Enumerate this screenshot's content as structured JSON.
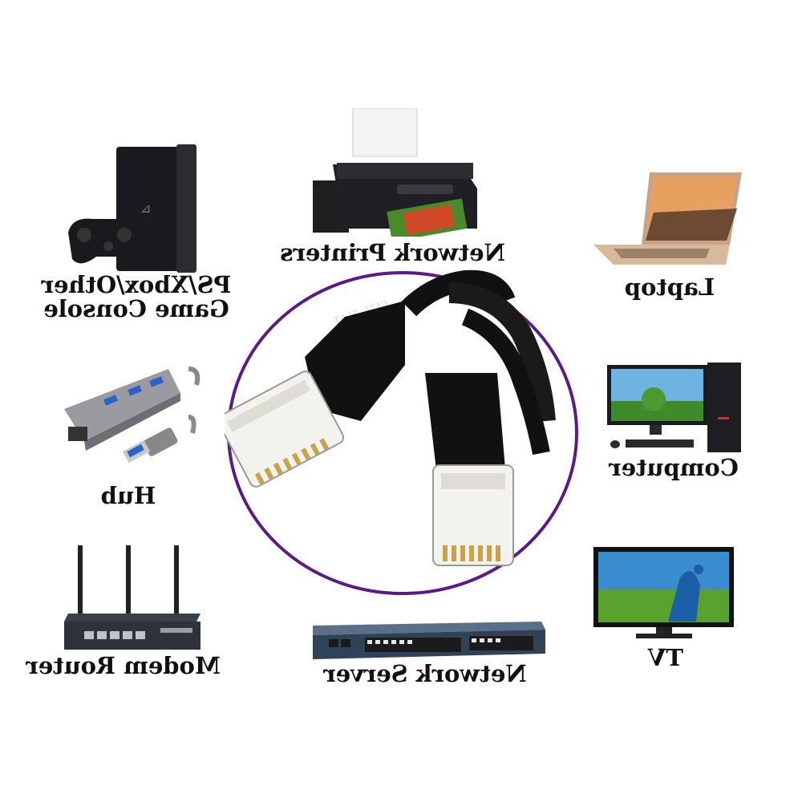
{
  "colors": {
    "circle_stroke": "#5b1a86",
    "cable": "#111111",
    "plug_clear": "#f2f2ee",
    "gold_pin": "#c9a24a"
  },
  "labels": {
    "console_line1": "PS/Xbox/Other",
    "console_line2": "Game Console",
    "printers": "Network Printers",
    "laptop": "Laptop",
    "hub": "Hub",
    "computer": "Computer",
    "router": "Modem Router",
    "server": "Network Server",
    "tv": "TV"
  },
  "cable_print": "CAT6 FLAT",
  "icons": {
    "console": "game-console-icon",
    "printer": "printer-icon",
    "laptop": "laptop-icon",
    "hub": "usb-hub-icon",
    "computer": "desktop-computer-icon",
    "router": "router-icon",
    "server": "network-switch-icon",
    "tv": "tv-icon",
    "cable": "ethernet-cable-icon"
  }
}
